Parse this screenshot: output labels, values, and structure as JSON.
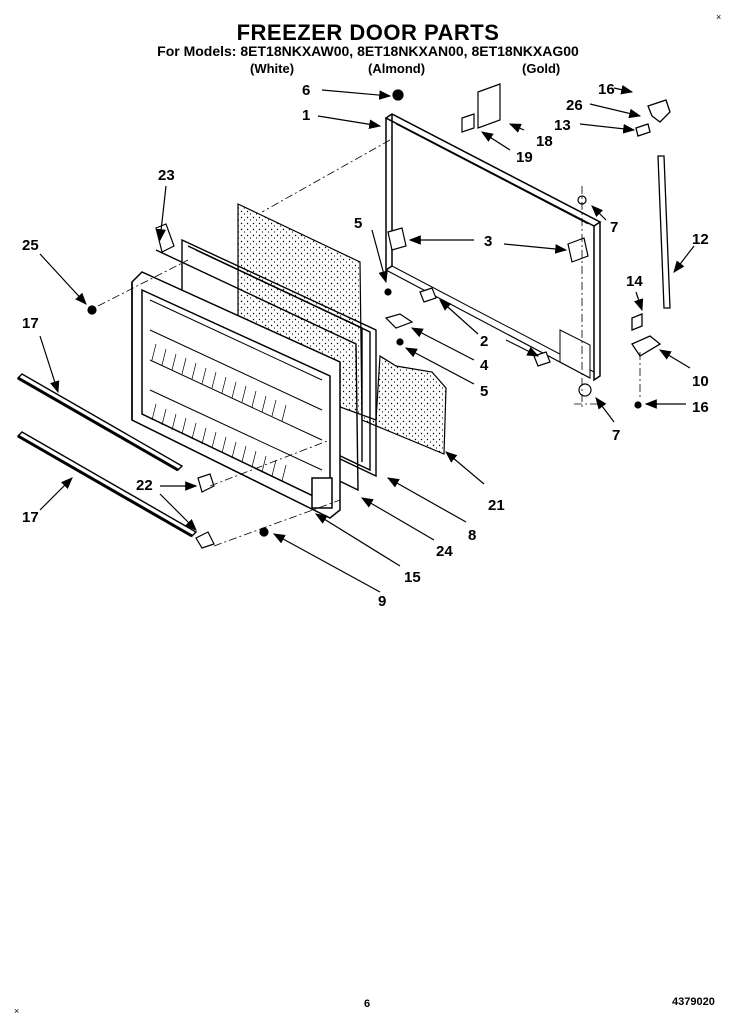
{
  "header": {
    "title": "FREEZER DOOR PARTS",
    "models": "For Models: 8ET18NKXAW00, 8ET18NKXAN00, 8ET18NKXAG00",
    "colors": [
      "(White)",
      "(Almond)",
      "(Gold)"
    ]
  },
  "footer": {
    "page": "6",
    "doc_number": "4379020",
    "mark_top_right": "×",
    "mark_bottom_left": "×"
  },
  "callouts": {
    "p1": "1",
    "p2": "2",
    "p3": "3",
    "p4": "4",
    "p5a": "5",
    "p5b": "5",
    "p6": "6",
    "p7a": "7",
    "p7b": "7",
    "p8": "8",
    "p9": "9",
    "p10": "10",
    "p12": "12",
    "p13": "13",
    "p14": "14",
    "p15": "15",
    "p16a": "16",
    "p16b": "16",
    "p17a": "17",
    "p17b": "17",
    "p18": "18",
    "p19": "19",
    "p21": "21",
    "p22": "22",
    "p23": "23",
    "p24": "24",
    "p25": "25",
    "p26": "26"
  }
}
